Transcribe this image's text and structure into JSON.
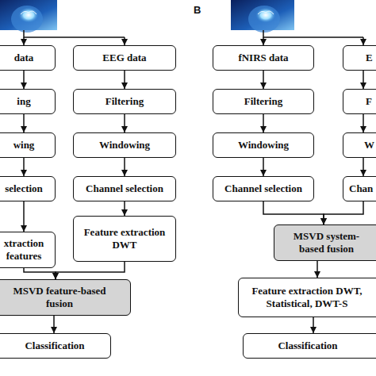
{
  "diagram": {
    "nodes": [
      {
        "text": [
          "data"
        ]
      },
      {
        "text": [
          "ing"
        ]
      },
      {
        "text": [
          "wing"
        ]
      },
      {
        "text": [
          "selection"
        ]
      },
      {
        "text": [
          "xtraction features"
        ]
      },
      {
        "text": [
          "EEG data"
        ]
      },
      {
        "text": [
          "Filtering"
        ]
      },
      {
        "text": [
          "Windowing"
        ]
      },
      {
        "text": [
          "Channel selection"
        ]
      },
      {
        "text": [
          "Feature extraction DWT"
        ]
      },
      {
        "text": [
          "MSVD feature-based fusion"
        ]
      },
      {
        "text": [
          "Classification"
        ]
      },
      {
        "text": [
          "fNIRS data"
        ]
      },
      {
        "text": [
          "Filtering"
        ]
      },
      {
        "text": [
          "Windowing"
        ]
      },
      {
        "text": [
          "Channel selection"
        ]
      },
      {
        "text": [
          "E"
        ]
      },
      {
        "text": [
          "F"
        ]
      },
      {
        "text": [
          "W"
        ]
      },
      {
        "text": [
          "Chan"
        ]
      },
      {
        "text": [
          "MSVD system-based fusion"
        ]
      },
      {
        "text": [
          "Feature extraction DWT, Statistical, DWT-S"
        ]
      },
      {
        "text": [
          "Classification"
        ]
      }
    ],
    "edges": [
      {
        "from": 0,
        "to": 1,
        "arrow": "to"
      },
      {
        "from": 1,
        "to": 2,
        "arrow": "to"
      },
      {
        "from": 2,
        "to": 3,
        "arrow": "to"
      },
      {
        "from": 3,
        "to": 4,
        "arrow": "to"
      },
      {
        "from": 5,
        "to": 6,
        "arrow": "to"
      },
      {
        "from": 6,
        "to": 7,
        "arrow": "to"
      },
      {
        "from": 7,
        "to": 8,
        "arrow": "to"
      },
      {
        "from": 8,
        "to": 9,
        "arrow": "to"
      },
      {
        "from": 4,
        "to": 10,
        "arrow": "to"
      },
      {
        "from": 9,
        "to": 10,
        "arrow": "to"
      },
      {
        "from": 10,
        "to": 11,
        "arrow": "to"
      },
      {
        "from": 12,
        "to": 13,
        "arrow": "to"
      },
      {
        "from": 13,
        "to": 14,
        "arrow": "to"
      },
      {
        "from": 14,
        "to": 15,
        "arrow": "to"
      },
      {
        "from": 16,
        "to": 17,
        "arrow": "to"
      },
      {
        "from": 17,
        "to": 18,
        "arrow": "to"
      },
      {
        "from": 18,
        "to": 19,
        "arrow": "to"
      },
      {
        "from": 15,
        "to": 20,
        "arrow": "to"
      },
      {
        "from": 19,
        "to": 20,
        "arrow": "to"
      },
      {
        "from": 20,
        "to": 21,
        "arrow": "to"
      },
      {
        "from": 21,
        "to": 22,
        "arrow": "to"
      }
    ],
    "labels": [
      "B"
    ]
  }
}
